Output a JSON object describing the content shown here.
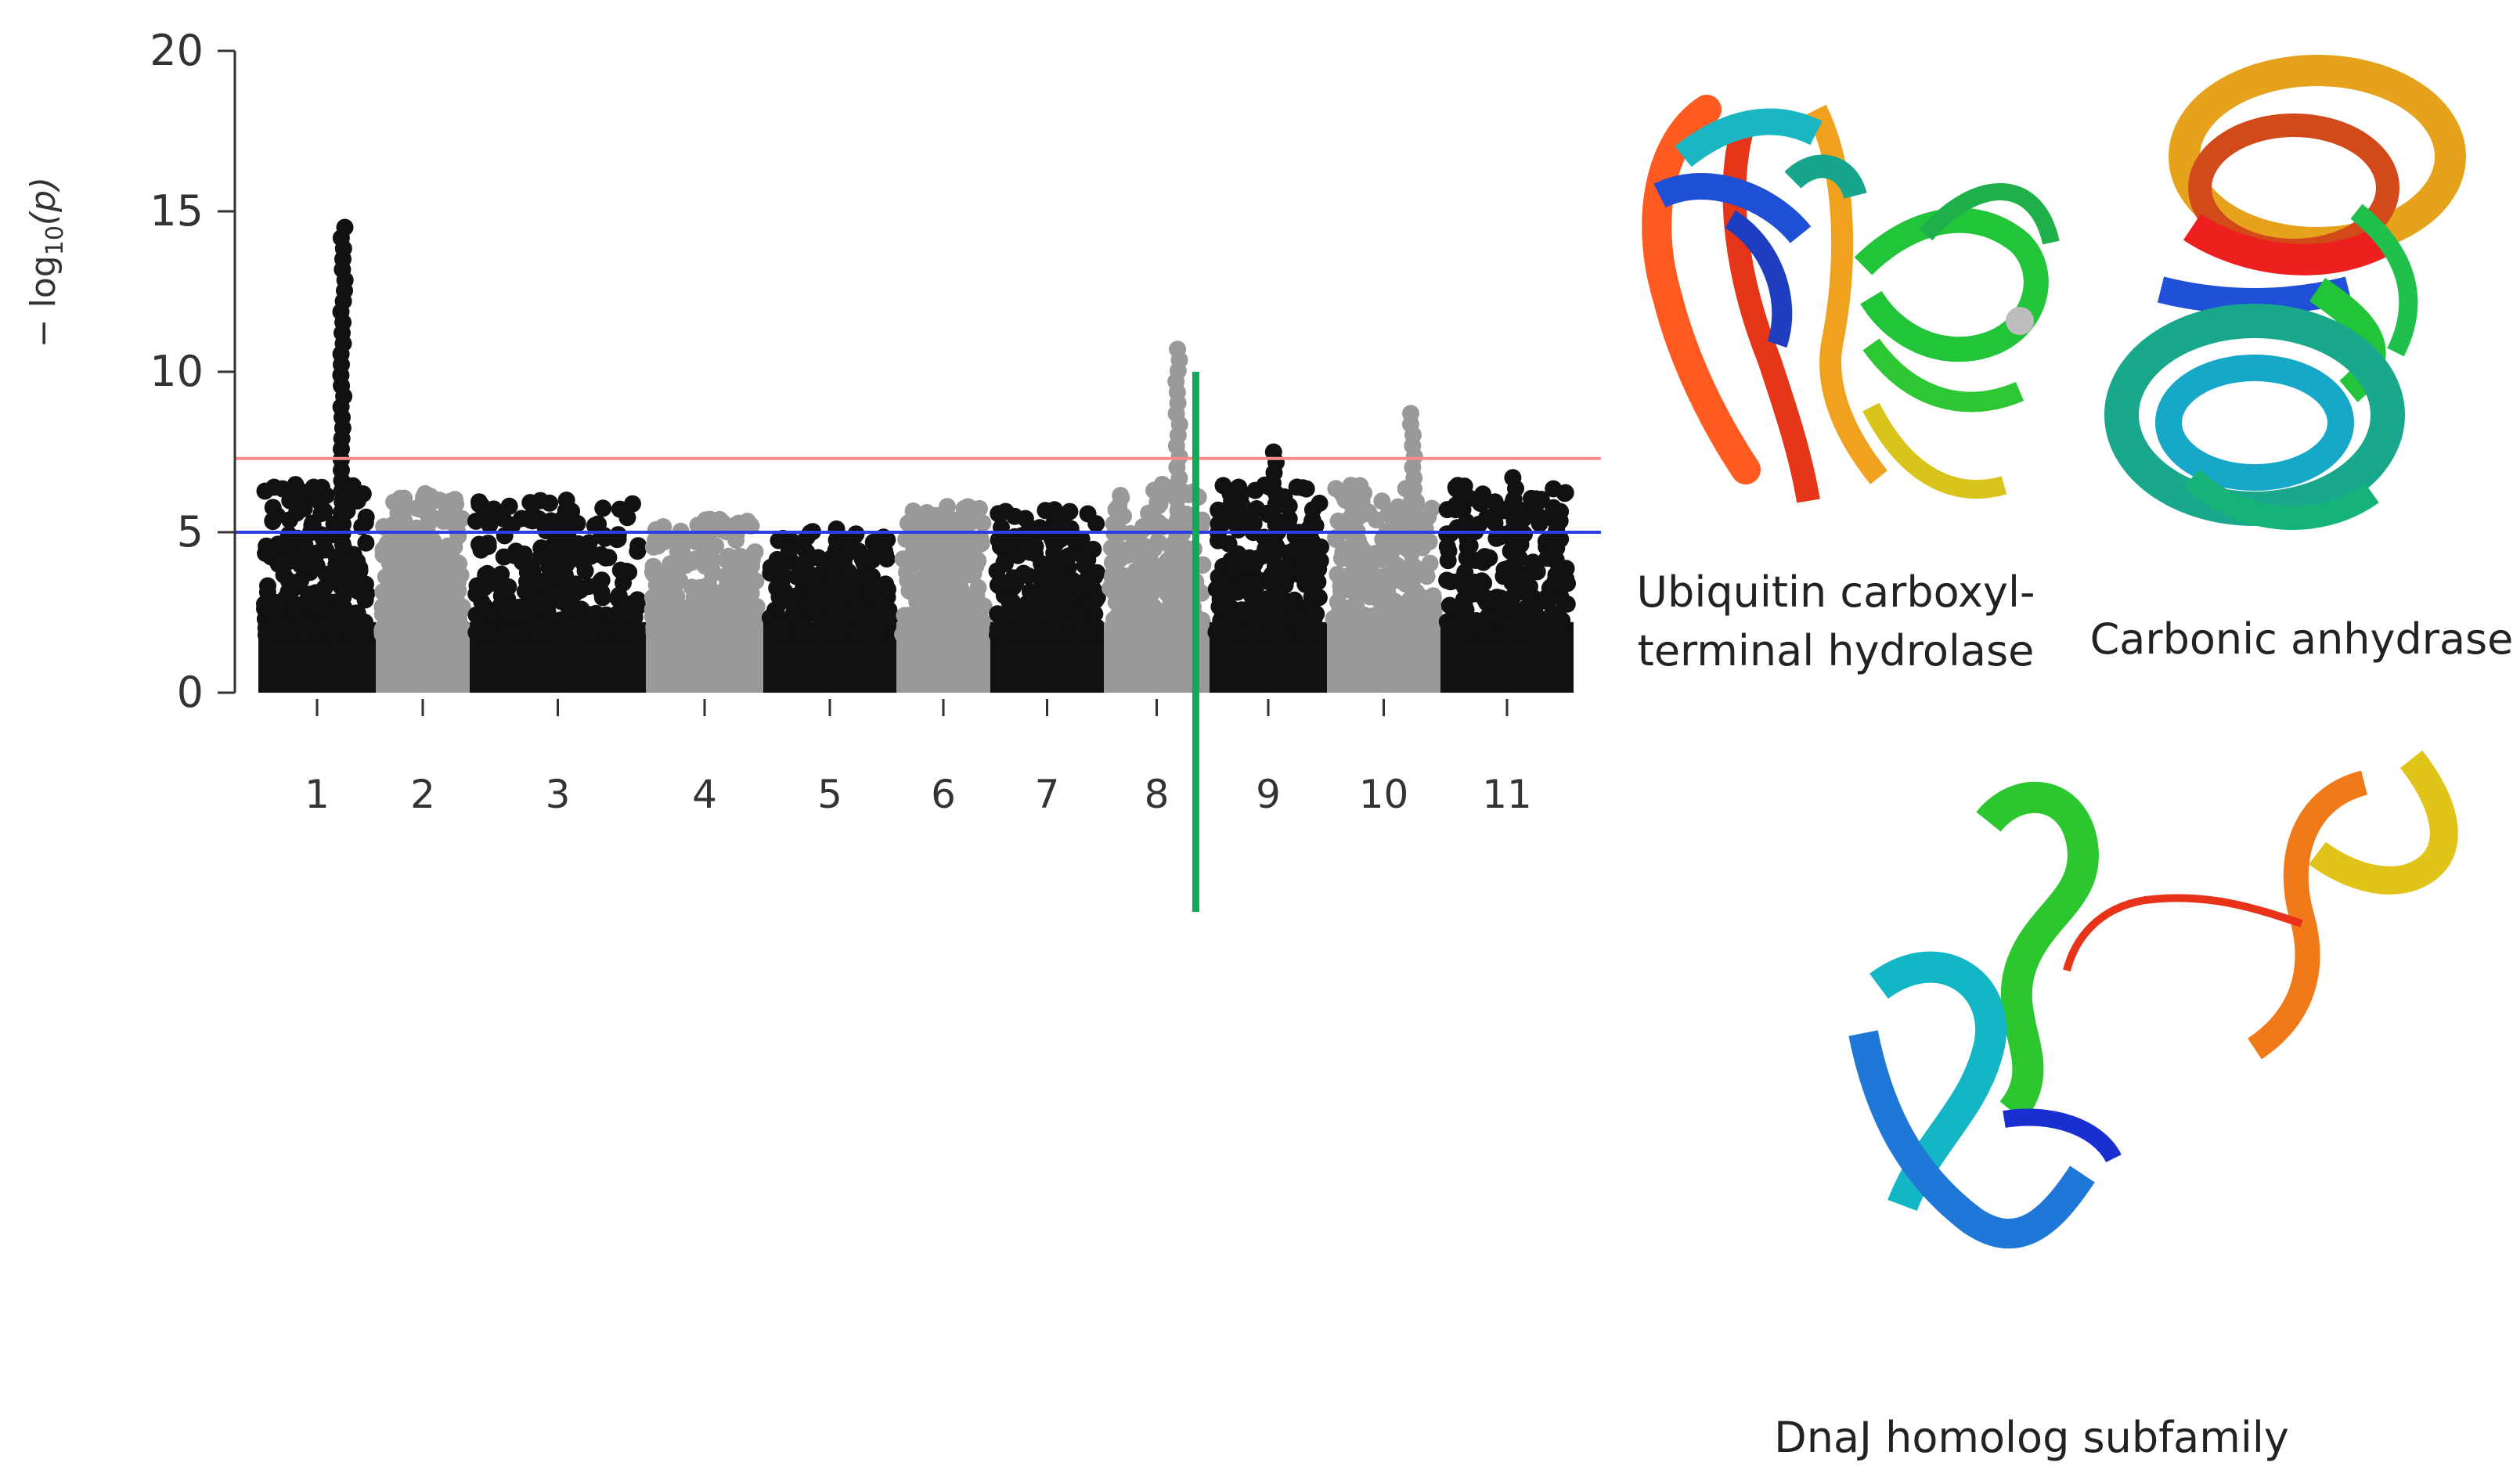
{
  "chart_data": {
    "type": "scatter",
    "ylabel": "-log10(p)",
    "ylim": [
      0,
      20
    ],
    "yticks": [
      0,
      5,
      10,
      15,
      20
    ],
    "chromosomes": [
      "1",
      "2",
      "3",
      "4",
      "5",
      "6",
      "7",
      "8",
      "9",
      "10",
      "11"
    ],
    "chromosome_colors": [
      "#111111",
      "#999999",
      "#111111",
      "#999999",
      "#111111",
      "#999999",
      "#111111",
      "#999999",
      "#111111",
      "#999999",
      "#111111"
    ],
    "chromosome_peaks": [
      14.5,
      6.2,
      6.0,
      5.4,
      5.1,
      5.8,
      5.7,
      10.7,
      7.5,
      8.7,
      6.7
    ],
    "thresholds": [
      {
        "value": 7.3,
        "color": "#ff8a8a"
      },
      {
        "value": 5.0,
        "color": "#2b3fe0"
      }
    ],
    "highlight_marker": {
      "chromosome": "8",
      "color": "#12a85a"
    }
  },
  "proteins": {
    "ubiquitin": {
      "caption": "Ubiquitin carboxyl-terminal hydrolase"
    },
    "carbonic": {
      "caption": "Carbonic anhydrase"
    },
    "dnaj": {
      "caption": "DnaJ homolog subfamily"
    }
  }
}
